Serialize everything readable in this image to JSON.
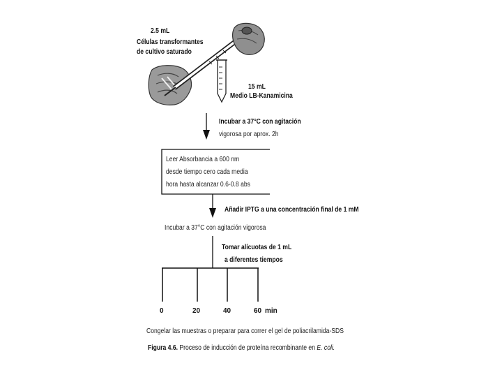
{
  "pipette_step": {
    "volume": "2.5 mL",
    "line1": "Células transformantes",
    "line2": "de cultivo saturado"
  },
  "tube_step": {
    "volume": "15 mL",
    "medium": "Medio LB-Kanamicina"
  },
  "incubate_step": {
    "line1": "Incubar a 37°C con agitación",
    "line2": "vigorosa por aprox. 2h"
  },
  "read_box": {
    "line1": "Leer Absorbancia a 600 nm",
    "line2": "desde tiempo cero cada media",
    "line3": "hora hasta alcanzar 0.6-0.8 abs"
  },
  "iptg_step": {
    "text": "Añadir IPTG a una concentración final de 1 mM"
  },
  "incubate2_step": {
    "text": "Incubar a 37°C con agitación vigorosa"
  },
  "aliquot_step": {
    "line1": "Tomar alícuotas de 1 mL",
    "line2": "a diferentes tiempos"
  },
  "timeline": {
    "ticks": [
      "0",
      "20",
      "40",
      "60"
    ],
    "unit": "min"
  },
  "freeze_step": {
    "text": "Congelar las muestras o preparar para correr el gel de poliacrilamida-SDS"
  },
  "caption": {
    "label": "Figura 4.6.",
    "text": "Proceso de inducción de proteína recombinante en",
    "organism": "E. coli."
  }
}
